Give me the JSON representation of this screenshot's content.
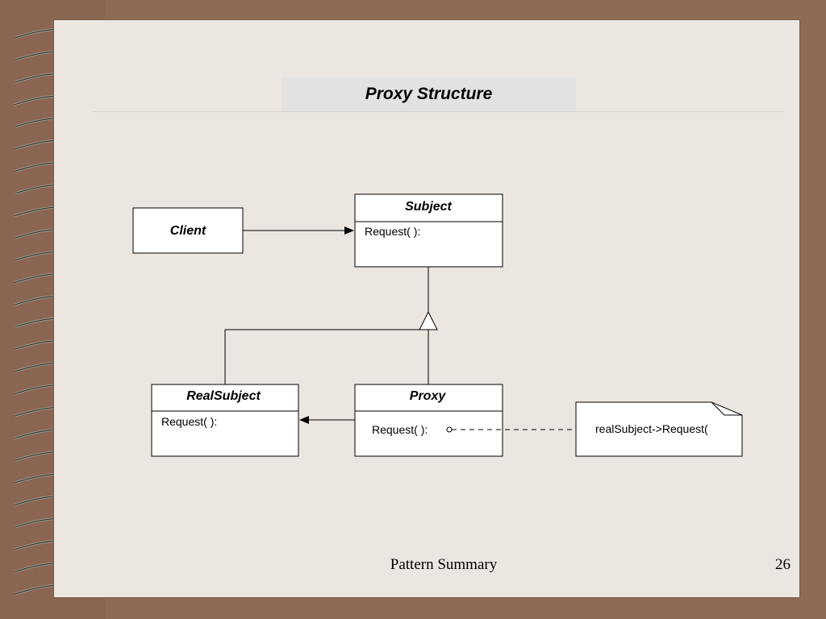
{
  "slide": {
    "title": "Proxy Structure",
    "footer": "Pattern Summary",
    "page_number": "26"
  },
  "diagram": {
    "client": {
      "name": "Client"
    },
    "subject": {
      "name": "Subject",
      "operation": "Request( ):"
    },
    "real_subject": {
      "name": "RealSubject",
      "operation": "Request( ):"
    },
    "proxy": {
      "name": "Proxy",
      "operation": "Request( ):"
    },
    "note": {
      "text": "realSubject->Request("
    }
  },
  "colors": {
    "frame": "#8f6a55",
    "page": "#ece6e1",
    "title_band": "#e2e2e2",
    "box_fill": "#ffffff",
    "stroke": "#000000"
  },
  "binding": {
    "type": "spiral-binding-icon"
  }
}
